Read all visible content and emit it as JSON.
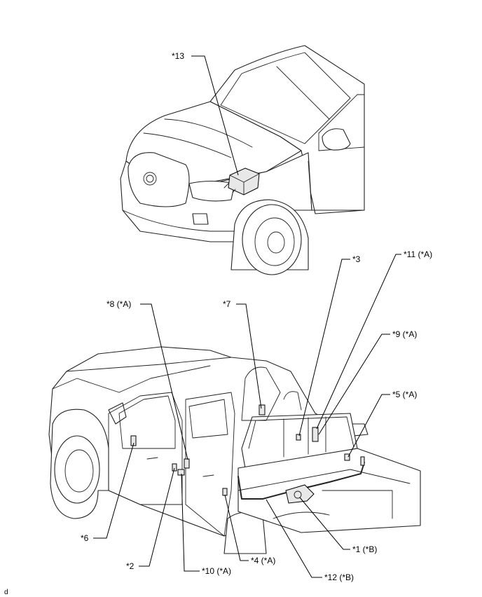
{
  "diagram": {
    "labels": {
      "l13": "*13",
      "l3": "*3",
      "l11": "*11 (*A)",
      "l8": "*8 (*A)",
      "l7": "*7",
      "l9": "*9 (*A)",
      "l5": "*5 (*A)",
      "l6": "*6",
      "l1": "*1 (*B)",
      "l2": "*2",
      "l4": "*4 (*A)",
      "l10": "*10 (*A)",
      "l12": "*12 (*B)"
    },
    "corner_mark": "d"
  }
}
